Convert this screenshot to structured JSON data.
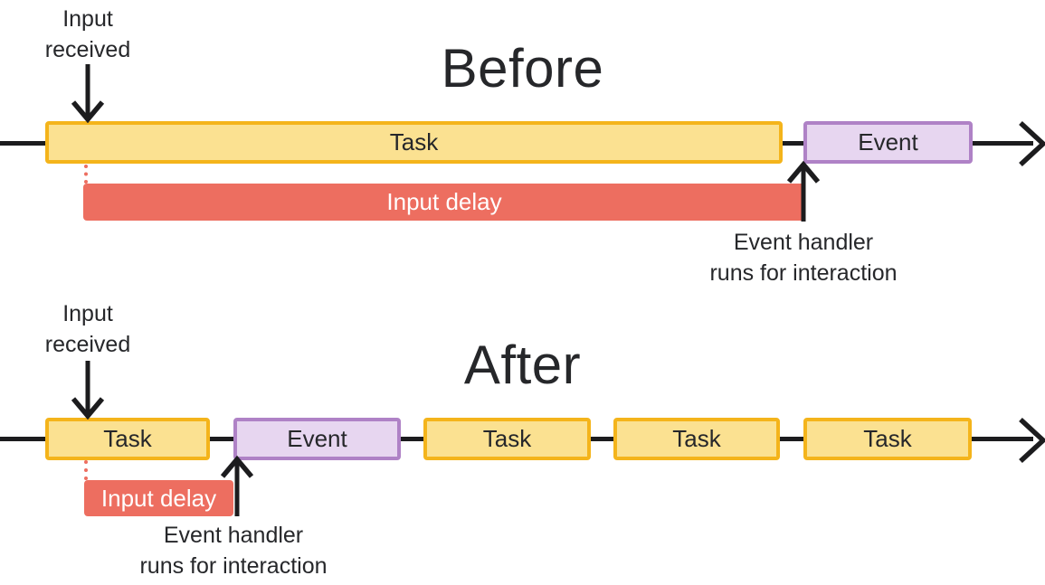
{
  "colors": {
    "task_fill": "#FBE191",
    "task_border": "#F4B41B",
    "event_fill": "#E7D6F0",
    "event_border": "#AF82C6",
    "input_delay_fill": "#ED6E60",
    "timeline_line": "#1C1C1E",
    "text": "#26272A",
    "background": "#FFFFFF"
  },
  "before": {
    "title": "Before",
    "input_received_label": "Input\nreceived",
    "task_label": "Task",
    "event_label": "Event",
    "input_delay_label": "Input delay",
    "event_handler_label": "Event handler\nruns for interaction"
  },
  "after": {
    "title": "After",
    "input_received_label": "Input\nreceived",
    "task_labels": [
      "Task",
      "Task",
      "Task",
      "Task"
    ],
    "event_label": "Event",
    "input_delay_label": "Input delay",
    "event_handler_label": "Event handler\nruns for interaction"
  }
}
